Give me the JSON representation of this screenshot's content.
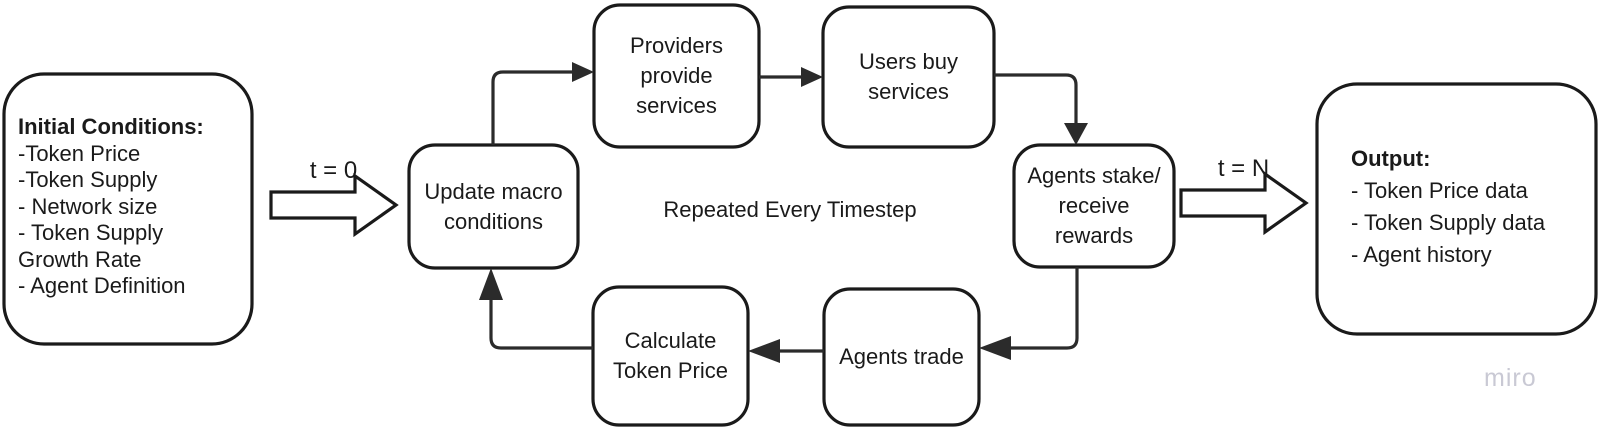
{
  "diagram": {
    "title_note": "Repeated Every Timestep",
    "watermark": "miro",
    "colors": {
      "stroke": "#1a1a1a",
      "line": "#2b2b2b",
      "background": "#ffffff",
      "watermark": "#c9c9d4"
    },
    "input_panel": {
      "header": "Initial Conditions:",
      "items": [
        "-Token Price",
        "-Token Supply",
        "- Network size",
        "- Token Supply Growth Rate",
        "- Agent Definition"
      ]
    },
    "output_panel": {
      "header": "Output:",
      "items": [
        "- Token Price data",
        "- Token Supply data",
        "- Agent history"
      ]
    },
    "transitions": [
      {
        "id": "start",
        "label": "t = 0"
      },
      {
        "id": "end",
        "label": "t = N"
      }
    ],
    "nodes": [
      {
        "id": "update-macro-conditions",
        "label": "Update macro\nconditions"
      },
      {
        "id": "providers-provide-services",
        "label": "Providers\nprovide\nservices"
      },
      {
        "id": "users-buy-services",
        "label": "Users buy\nservices"
      },
      {
        "id": "agents-stake-receive-rewards",
        "label": "Agents stake/\nreceive\nrewards"
      },
      {
        "id": "agents-trade",
        "label": "Agents trade"
      },
      {
        "id": "calculate-token-price",
        "label": "Calculate\nToken Price"
      }
    ],
    "edges": [
      {
        "from": "update-macro-conditions",
        "to": "providers-provide-services"
      },
      {
        "from": "providers-provide-services",
        "to": "users-buy-services"
      },
      {
        "from": "users-buy-services",
        "to": "agents-stake-receive-rewards"
      },
      {
        "from": "agents-stake-receive-rewards",
        "to": "agents-trade"
      },
      {
        "from": "agents-trade",
        "to": "calculate-token-price"
      },
      {
        "from": "calculate-token-price",
        "to": "update-macro-conditions"
      }
    ]
  }
}
